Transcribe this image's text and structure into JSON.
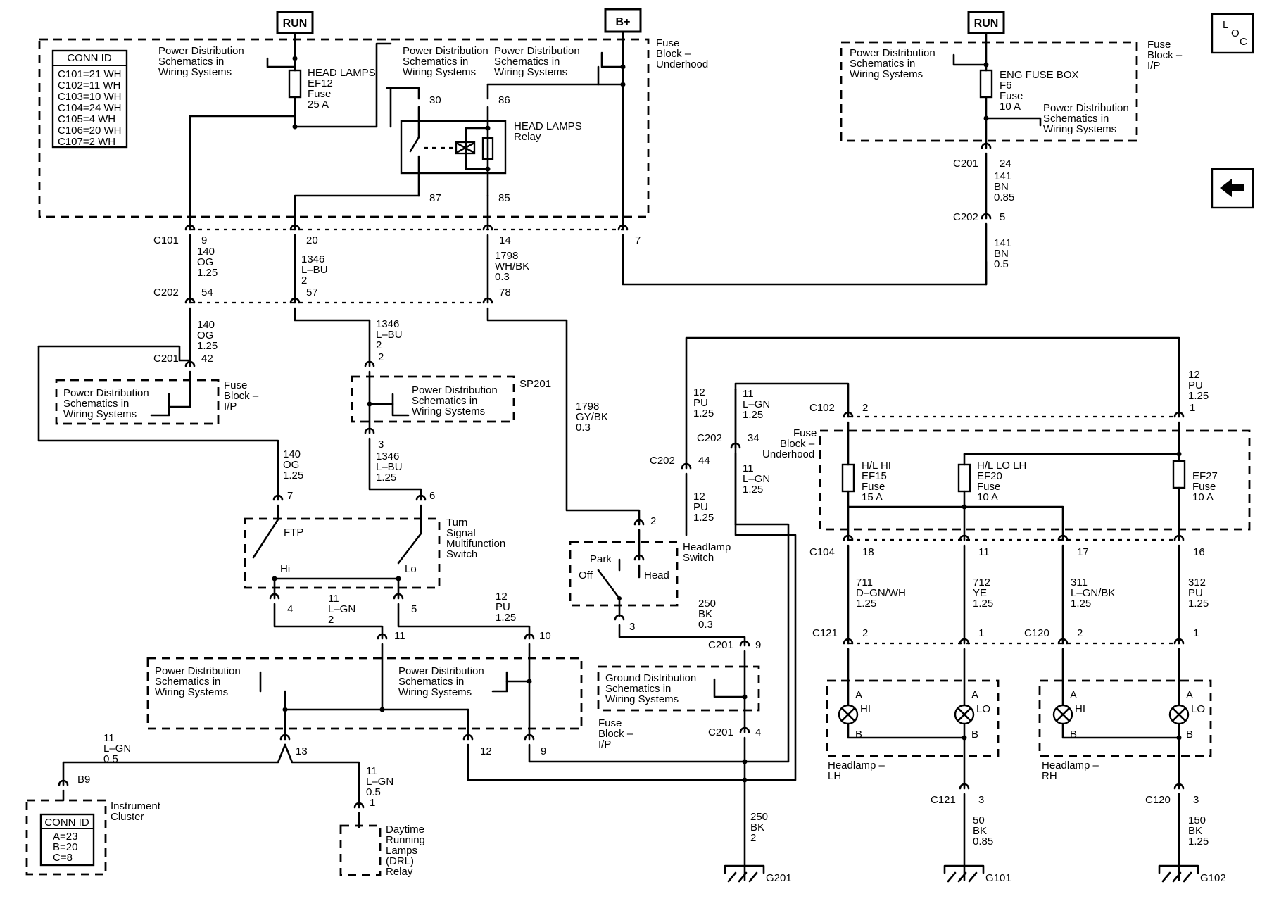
{
  "power_tags": [
    "RUN",
    "B+",
    "RUN"
  ],
  "conn_id_left": {
    "title": "CONN ID",
    "rows": [
      "C101=21 WH",
      "C102=11 WH",
      "C103=10 WH",
      "C104=24 WH",
      "C105=4 WH",
      "C106=20 WH",
      "C107=2 WH"
    ]
  },
  "conn_id_cluster": {
    "title": "CONN ID",
    "rows": [
      "A=23",
      "B=20",
      "C=8"
    ]
  },
  "pds": [
    "Power Distribution",
    "Schematics in",
    "Wiring Systems"
  ],
  "gds": [
    "Ground Distribution",
    "Schematics in",
    "Wiring Systems"
  ],
  "fuse_block_underhood": [
    "Fuse",
    "Block –",
    "Underhood"
  ],
  "fuse_block_ip": [
    "Fuse",
    "Block –",
    "I/P"
  ],
  "fuse_block_ip2": [
    "Fuse",
    "Block –",
    "I/P"
  ],
  "fuse_block_ip3": [
    "Fuse",
    "Block –",
    "I/P"
  ],
  "fuse_block_underhood2": [
    "Fuse",
    "Block –",
    "Underhood"
  ],
  "ef12": [
    "HEAD LAMPS",
    "EF12",
    "Fuse",
    "25 A"
  ],
  "f6": [
    "ENG FUSE BOX",
    "F6",
    "Fuse",
    "10 A"
  ],
  "relay_label": [
    "HEAD LAMPS",
    "Relay"
  ],
  "relay_pins": [
    "30",
    "86",
    "87",
    "85"
  ],
  "ef15": [
    "H/L HI",
    "EF15",
    "Fuse",
    "15 A"
  ],
  "ef20": [
    "H/L LO LH",
    "EF20",
    "Fuse",
    "10 A"
  ],
  "ef27": [
    "EF27",
    "Fuse",
    "10 A"
  ],
  "turn_switch": [
    "Turn",
    "Signal",
    "Multifunction",
    "Switch"
  ],
  "ftp": "FTP",
  "hi": "Hi",
  "lo": "Lo",
  "headlamp_switch": [
    "Headlamp",
    "Switch"
  ],
  "park": "Park",
  "off": "Off",
  "head": "Head",
  "sp201": "SP201",
  "instrument_cluster": [
    "Instrument",
    "Cluster"
  ],
  "drl_relay": [
    "Daytime",
    "Running",
    "Lamps",
    "(DRL)",
    "Relay"
  ],
  "headlamp_lh": [
    "Headlamp –",
    "LH"
  ],
  "headlamp_rh": [
    "Headlamp –",
    "RH"
  ],
  "lamp_letters": [
    "A",
    "B",
    "HI",
    "LO"
  ],
  "grounds": [
    "G201",
    "G101",
    "G102"
  ],
  "loc_letters": [
    "L",
    "O",
    "C"
  ],
  "connectors": {
    "c101": "C101",
    "c202a": "C202",
    "c201a": "C201",
    "c202b": "C202",
    "c202c": "C202",
    "c102": "C102",
    "c104": "C104",
    "c121a": "C121",
    "c120a": "C120",
    "c121b": "C121",
    "c120b": "C120",
    "c201b": "C201",
    "c201c": "C201",
    "c201d": "C201",
    "c202d": "C202"
  },
  "pins": {
    "p9": "9",
    "p20": "20",
    "p14": "14",
    "p7": "7",
    "p54": "54",
    "p57": "57",
    "p78": "78",
    "p42": "42",
    "p2a": "2",
    "p2b": "2",
    "p3": "3",
    "p7b": "7",
    "p6": "6",
    "p4": "4",
    "p5": "5",
    "p11": "11",
    "p10": "10",
    "p13": "13",
    "p12": "12",
    "p9b": "9",
    "pB9": "B9",
    "p1": "1",
    "p2sw": "2",
    "p3sw": "3",
    "p9c": "9",
    "p4c": "4",
    "p44": "44",
    "p34": "34",
    "p2c": "2",
    "p1c": "1",
    "p18": "18",
    "p11b": "11",
    "p17": "17",
    "p16": "16",
    "p2d": "2",
    "p1d": "1",
    "p2e": "2",
    "p1e": "1",
    "p3a": "3",
    "p3b": "3",
    "p24": "24",
    "p5b": "5"
  },
  "wires": {
    "w140a": [
      "140",
      "OG",
      "1.25"
    ],
    "w1346a": [
      "1346",
      "L–BU",
      "2"
    ],
    "w1798a": [
      "1798",
      "WH/BK",
      "0.3"
    ],
    "w140b": [
      "140",
      "OG",
      "1.25"
    ],
    "w1346b": [
      "1346",
      "L–BU",
      "2"
    ],
    "w1346c": [
      "1346",
      "L–BU",
      "1.25"
    ],
    "w140c": [
      "140",
      "OG",
      "1.25"
    ],
    "w11a": [
      "11",
      "L–GN",
      "2"
    ],
    "w12a": [
      "12",
      "PU",
      "1.25"
    ],
    "w11b": [
      "11",
      "L–GN",
      "0.5"
    ],
    "w11c": [
      "11",
      "L–GN",
      "0.5"
    ],
    "w1798b": [
      "1798",
      "GY/BK",
      "0.3"
    ],
    "w250a": [
      "250",
      "BK",
      "0.3"
    ],
    "w250b": [
      "250",
      "BK",
      "2"
    ],
    "w12b": [
      "12",
      "PU",
      "1.25"
    ],
    "w12c": [
      "12",
      "PU",
      "1.25"
    ],
    "w11d": [
      "11",
      "L–GN",
      "1.25"
    ],
    "w11e": [
      "11",
      "L–GN",
      "1.25"
    ],
    "w12d": [
      "12",
      "PU",
      "1.25"
    ],
    "w711": [
      "711",
      "D–GN/WH",
      "1.25"
    ],
    "w712": [
      "712",
      "YE",
      "1.25"
    ],
    "w311": [
      "311",
      "L–GN/BK",
      "1.25"
    ],
    "w312": [
      "312",
      "PU",
      "1.25"
    ],
    "w50": [
      "50",
      "BK",
      "0.85"
    ],
    "w150": [
      "150",
      "BK",
      "1.25"
    ],
    "w141a": [
      "141",
      "BN",
      "0.85"
    ],
    "w141b": [
      "141",
      "BN",
      "0.5"
    ]
  }
}
